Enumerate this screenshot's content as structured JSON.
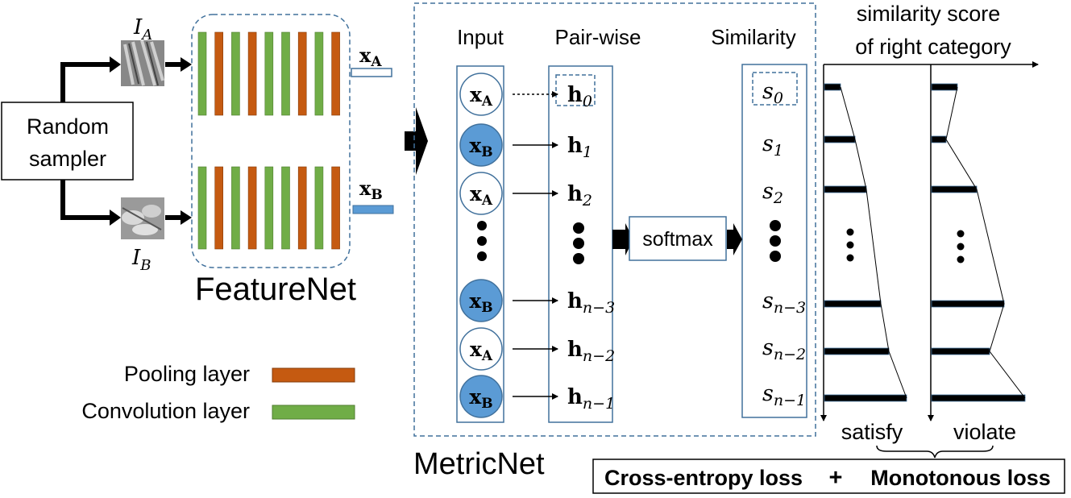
{
  "sampler": {
    "line1": "Random",
    "line2": "sampler"
  },
  "images": {
    "a_label": "I",
    "a_sub": "A",
    "b_label": "I",
    "b_sub": "B"
  },
  "featurenet": {
    "title": "FeatureNet",
    "xa": "x",
    "xa_sub": "A",
    "xb": "x",
    "xb_sub": "B"
  },
  "legend": {
    "pooling": "Pooling layer",
    "convolution": "Convolution layer"
  },
  "metricnet": {
    "title": "MetricNet",
    "col_input": "Input",
    "col_pairwise": "Pair-wise",
    "col_similarity": "Similarity",
    "inputs": [
      "A",
      "B",
      "A",
      "B",
      "A",
      "B"
    ],
    "hs": [
      "0",
      "1",
      "2",
      "n−3",
      "n−2",
      "n−1"
    ],
    "ss": [
      "0",
      "1",
      "2",
      "n−3",
      "n−2",
      "n−1"
    ],
    "softmax": "softmax"
  },
  "score": {
    "title1": "similarity score",
    "title2": "of right category",
    "satisfy": "satisfy",
    "violate": "violate"
  },
  "loss": {
    "cross_entropy": "Cross-entropy loss",
    "plus": "+",
    "monotonous": "Monotonous loss"
  },
  "colors": {
    "pooling": "#c55a11",
    "convolution": "#70ad47",
    "dashed_box": "#41719c",
    "filled_circle": "#5b9bd5",
    "bar": "#000000"
  }
}
